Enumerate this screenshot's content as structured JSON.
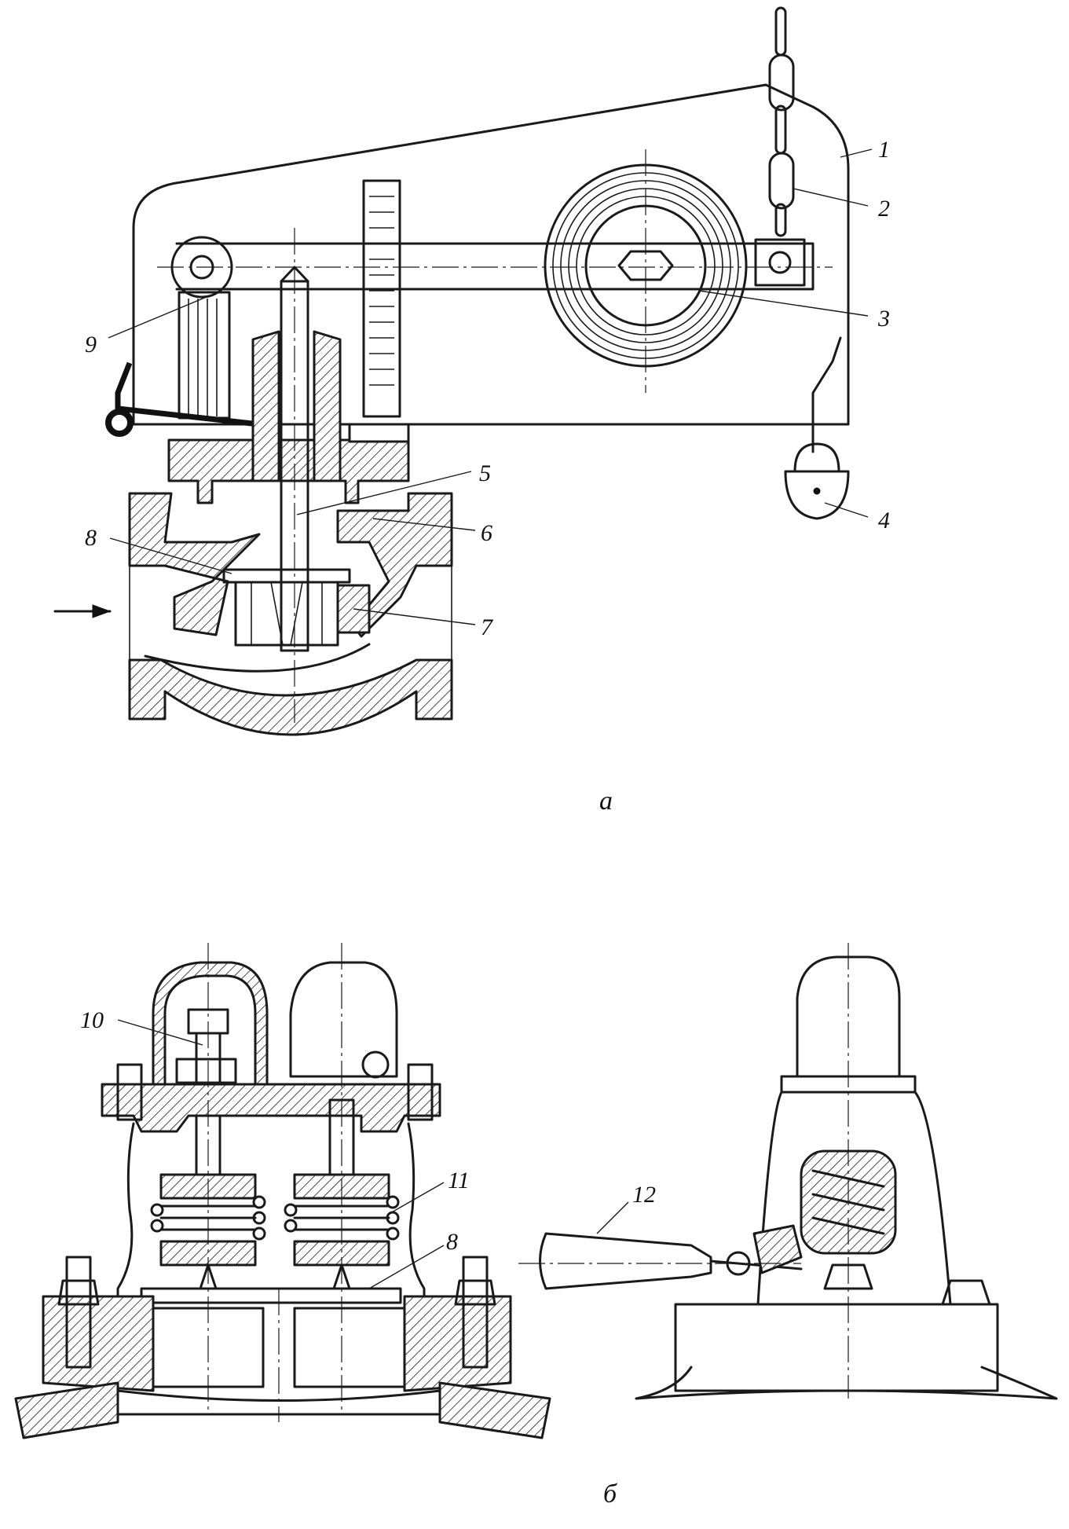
{
  "figure_a": {
    "caption": "а",
    "labels": {
      "n1": "1",
      "n2": "2",
      "n3": "3",
      "n4": "4",
      "n5": "5",
      "n6": "6",
      "n7": "7",
      "n8": "8",
      "n9": "9"
    }
  },
  "figure_b": {
    "caption": "б",
    "labels": {
      "n10": "10",
      "n11": "11",
      "n12": "12",
      "n8": "8"
    }
  },
  "icons": [
    "chain-icon",
    "padlock-icon",
    "spring-icon",
    "hex-nut-icon",
    "flow-arrow-icon",
    "handle-lever-icon"
  ]
}
